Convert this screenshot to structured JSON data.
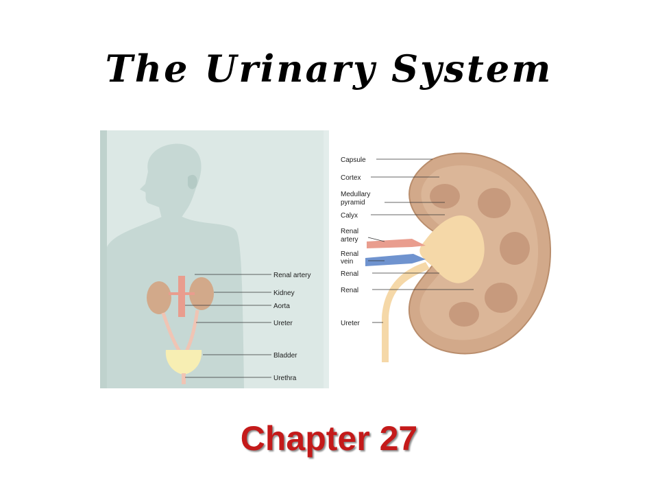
{
  "slide": {
    "title": "The Urinary System",
    "subtitle": "Chapter 27"
  },
  "body_figure": {
    "labels": [
      "Renal artery",
      "Kidney",
      "Aorta",
      "Ureter",
      "Bladder",
      "Urethra"
    ]
  },
  "kidney_figure": {
    "labels": [
      "Capsule",
      "Cortex",
      "Medullary",
      "pyramid",
      "Calyx",
      "Renal",
      "artery",
      "Renal",
      "vein",
      "Renal",
      "Renal",
      "Ureter"
    ]
  },
  "colors": {
    "title": "#000000",
    "subtitle": "#c41a1a",
    "body_bg": "#dce8e5",
    "silhouette": "#c6d8d4",
    "kidney": "#d2a98a",
    "renal_pelvis": "#f5d8a8",
    "artery": "#e99d8e",
    "vein": "#6f93cf",
    "bladder": "#f7eeb3"
  }
}
